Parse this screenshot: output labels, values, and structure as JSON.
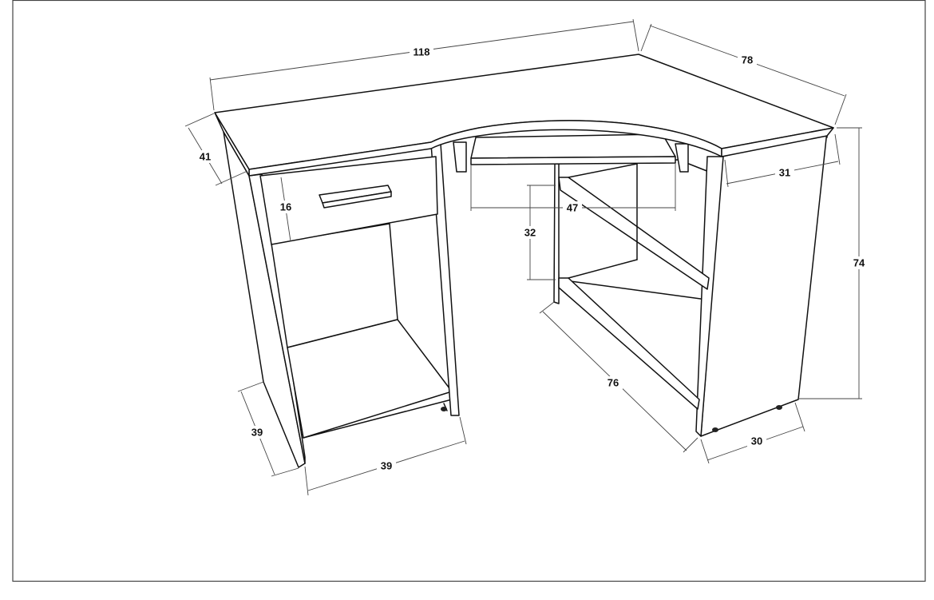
{
  "dimensions": {
    "top_width": "118",
    "top_depth_right": "78",
    "top_depth_left": "41",
    "drawer_height": "16",
    "keyboard_tray_width": "47",
    "shelf_gap": "32",
    "total_height": "74",
    "right_return_depth": "31",
    "right_side_length": "76",
    "left_pedestal_depth": "39",
    "left_pedestal_width": "39",
    "right_base_depth": "30"
  }
}
